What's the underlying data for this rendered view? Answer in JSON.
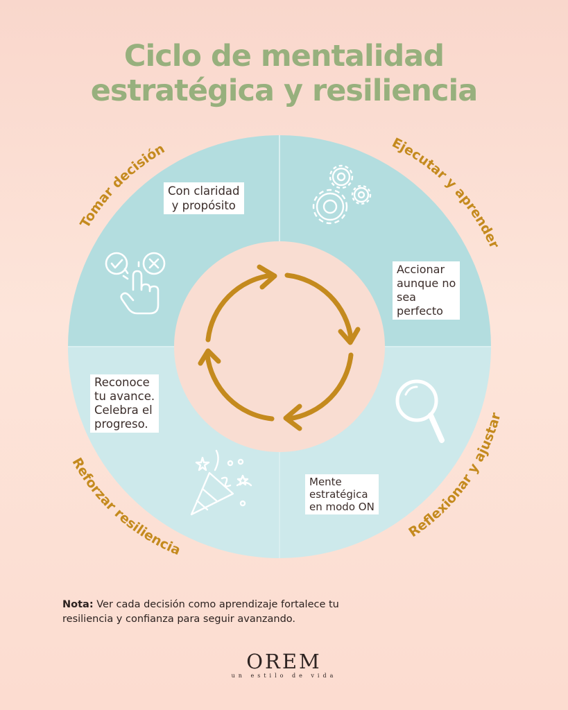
{
  "title": {
    "line1": "Ciclo de mentalidad",
    "line2": "estratégica y resiliencia"
  },
  "colors": {
    "title": "#97b07d",
    "accent": "#c48a1e",
    "quadrant_dark": "#b3dddf",
    "quadrant_light": "#cde9eb",
    "center": "#f9ddd2"
  },
  "stages": [
    {
      "name": "Tomar decisión",
      "description": [
        "Con claridad",
        "y propósito"
      ],
      "icons": [
        "check-circle-icon",
        "x-circle-icon",
        "pointing-hand-icon"
      ]
    },
    {
      "name": "Ejecutar y aprender",
      "description": [
        "Accionar",
        "aunque no",
        "sea",
        "perfecto"
      ],
      "icons": [
        "gears-icon"
      ]
    },
    {
      "name": "Reflexionar y ajustar",
      "description": [
        "Mente",
        "estratégica",
        "en modo ON"
      ],
      "icons": [
        "magnifying-glass-icon"
      ]
    },
    {
      "name": "Reforzar resiliencia",
      "description": [
        "Reconoce",
        "tu avance.",
        "Celebra el",
        "progreso."
      ],
      "icons": [
        "party-popper-icon"
      ]
    }
  ],
  "center_icon": "cycle-arrows-icon",
  "note": {
    "prefix": "Nota:",
    "text": " Ver cada decisión como aprendizaje fortalece tu resiliencia y confianza para seguir avanzando."
  },
  "brand": {
    "name": "OREM",
    "tagline": "un estilo de vida"
  }
}
